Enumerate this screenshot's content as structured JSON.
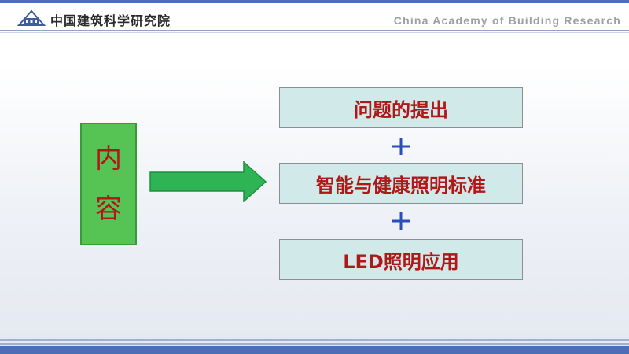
{
  "header": {
    "org_name": "中国建筑科学研究院",
    "org_english": "China Academy of Building Research",
    "logo_icon": "cabr-logo-icon"
  },
  "colors": {
    "accent_blue": "#4a6fb5",
    "box_green": "#55c455",
    "arrow_green": "#2fb455",
    "title_red": "#b01717",
    "item_box_bg": "#d2e9ea",
    "plus_blue": "#2b4fb8"
  },
  "content_label": [
    "内",
    "容"
  ],
  "items": [
    {
      "label": "问题的提出"
    },
    {
      "label": "智能与健康照明标准"
    },
    {
      "label": "LED照明应用"
    }
  ],
  "connector_icon": "plus-icon",
  "arrow_icon": "right-arrow-icon"
}
